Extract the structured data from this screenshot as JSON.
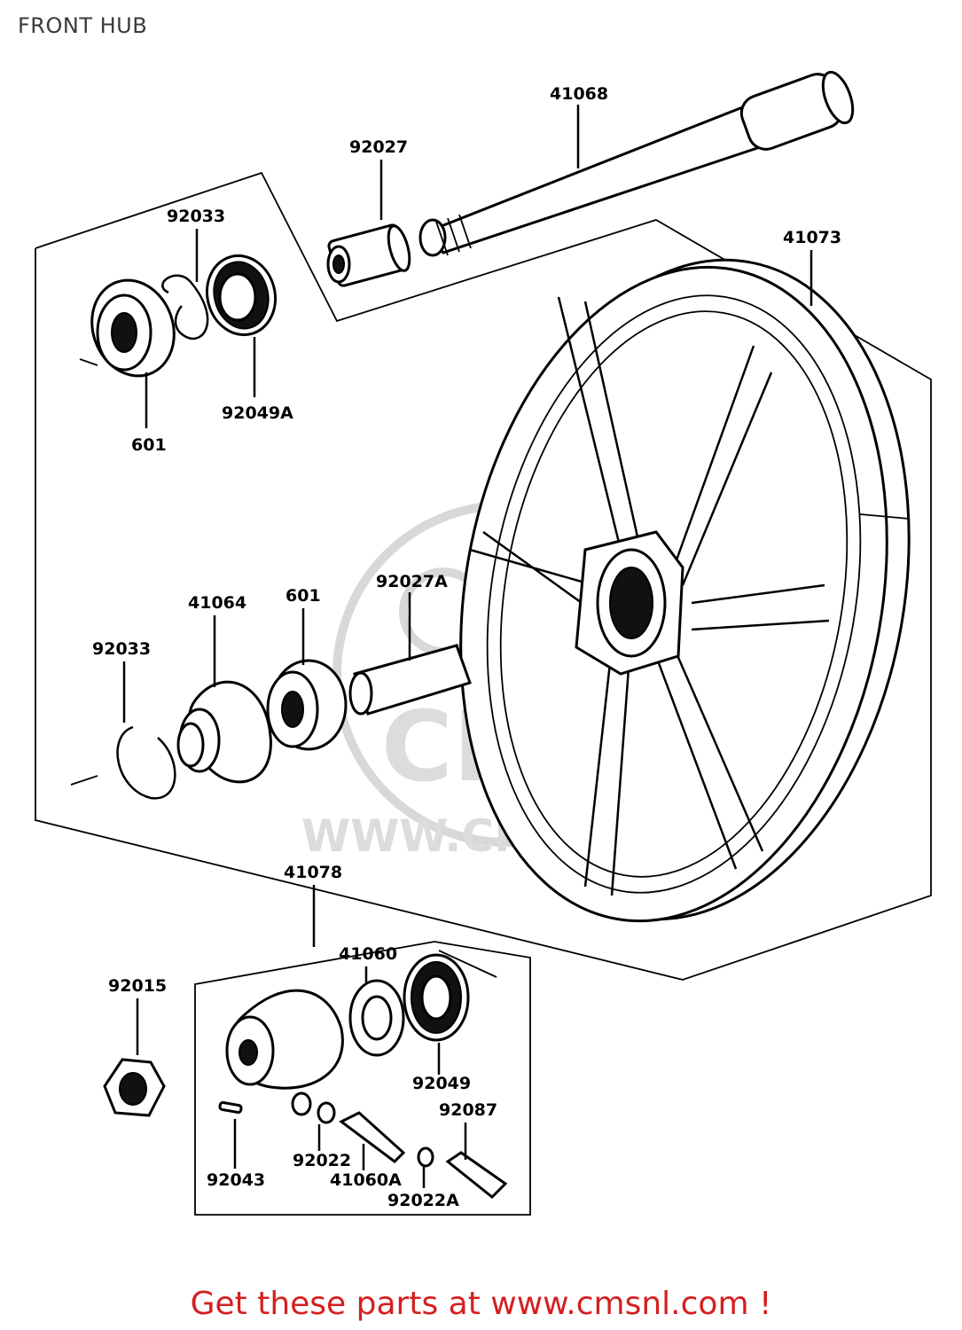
{
  "header": {
    "title": "FRONT HUB"
  },
  "footer": {
    "text": "Get these parts at www.cmsnl.com !"
  },
  "watermark": {
    "text": "WWW.CMSNL.COM",
    "logo": "CMS"
  },
  "parts": {
    "p41068": "41068",
    "p92027": "92027",
    "p92033_top": "92033",
    "p41073": "41073",
    "p92049A": "92049A",
    "p601_top": "601",
    "p92027A": "92027A",
    "p41064": "41064",
    "p601": "601",
    "p92033": "92033",
    "p41078": "41078",
    "p41060": "41060",
    "p92015": "92015",
    "p92049": "92049",
    "p92087": "92087",
    "p92022": "92022",
    "p92043": "92043",
    "p41060A": "41060A",
    "p92022A": "92022A"
  }
}
